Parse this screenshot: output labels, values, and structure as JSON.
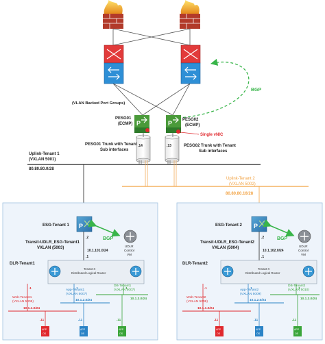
{
  "colors": {
    "router_red": "#e23a3a",
    "switch_blue": "#2e8fd6",
    "edge_green": "#5aa33a",
    "bgp_green": "#39b54a",
    "uplink2_orange": "#f2a344",
    "web_red": "#e0282d",
    "app_blue": "#2b83c6",
    "db_green": "#3aa53a",
    "tenant_box_bg": "#eef4fb",
    "tenant_box_border": "#9fc0df"
  },
  "labels": {
    "vlan_backed": "(VLAN Backed Port Groups)",
    "bgp_top": "BGP",
    "pesg01_name": "PESG01",
    "pesg01_ecmp": "(ECMP)",
    "pesg02_name": "PESG02",
    "pesg02_ecmp": "(ECMP)",
    "single_vnic": "Single vNIC",
    "vnic14": ".14",
    "vnic13": ".13",
    "pesg01_trunk_1": "PESG01 Trunk with Tenant",
    "pesg01_trunk_2": "Sub interfaces",
    "pesg02_trunk_1": "PESG02 Trunk with Tenant",
    "pesg02_trunk_2": "Sub interfaces",
    "uplink1_1": "Uplink-Tenant 1",
    "uplink1_2": "(VXLAN 5001)",
    "uplink1_net": "80.80.80.0/28",
    "uplink2_1": "Uplink-Tenant 2",
    "uplink2_2": "(VXLAN 5002)",
    "uplink2_net": "80.80.80.16/28",
    "t1_dot2": ".2",
    "t2_dot2": ".2"
  },
  "tenant1": {
    "esg_label": "ESG-Tenant 1",
    "bgp": "BGP",
    "transit_1": "Transit-UDLR_ESG-Tenant1",
    "transit_2": "VXLAN (5003)",
    "transit_net": "10.1.101.0/24",
    "dot1": ".1",
    "dot2": ".2",
    "ctrl_1": "UDLR",
    "ctrl_2": "Control",
    "ctrl_3": "VM",
    "dlr_label": "DLR-Tenant1",
    "dlr_desc_1": "Tenant X",
    "dlr_desc_2": "Distributed Logical Router",
    "web_1": "Web-Tenant1",
    "web_2": "(VXLAN 5005)",
    "web_net": "10.1.1.0/24",
    "app_1": "App-Tenant1",
    "app_2": "(VXLAN 5007)",
    "app_net": "10.1.2.0/24",
    "db_1": "DB-Tenant1",
    "db_2": "(VXLAN 5007)",
    "db_net": "10.1.3.0/24",
    "web_dot1": ".1",
    "app_dot1": ".1",
    "db_dot1": ".1",
    "web_vm": ".11",
    "app_vm": ".11",
    "db_vm": ".11",
    "vm_label": "APP",
    "vm_os": "OS"
  },
  "tenant2": {
    "esg_label": "ESG-Tenant 2",
    "bgp": "BGP",
    "transit_1": "Transit-UDLR_ESG-Tenant2",
    "transit_2": "VXLAN (5004)",
    "transit_net": "10.1.102.0/24",
    "dot1": ".1",
    "dot2": ".2",
    "ctrl_1": "UDLR",
    "ctrl_2": "Control",
    "ctrl_3": "VM",
    "dlr_label": "DLR-Tenant2",
    "dlr_desc_1": "Tenant X",
    "dlr_desc_2": "Distributed Logical Router",
    "web_1": "Web-Tenant2",
    "web_2": "(VXLAN 5008)",
    "web_net": "10.1.1.0/24",
    "app_1": "App-Tenant2",
    "app_2": "(VXLAN 5009)",
    "app_net": "10.1.2.0/24",
    "db_1": "DB-Tenant2",
    "db_2": "(VXLAN 5010)",
    "db_net": "10.1.3.0/24",
    "web_dot1": ".1",
    "app_dot1": ".1",
    "db_dot1": ".1",
    "web_vm": ".11",
    "app_vm": ".11",
    "db_vm": ".11",
    "vm_label": "APP",
    "vm_os": "OS"
  }
}
